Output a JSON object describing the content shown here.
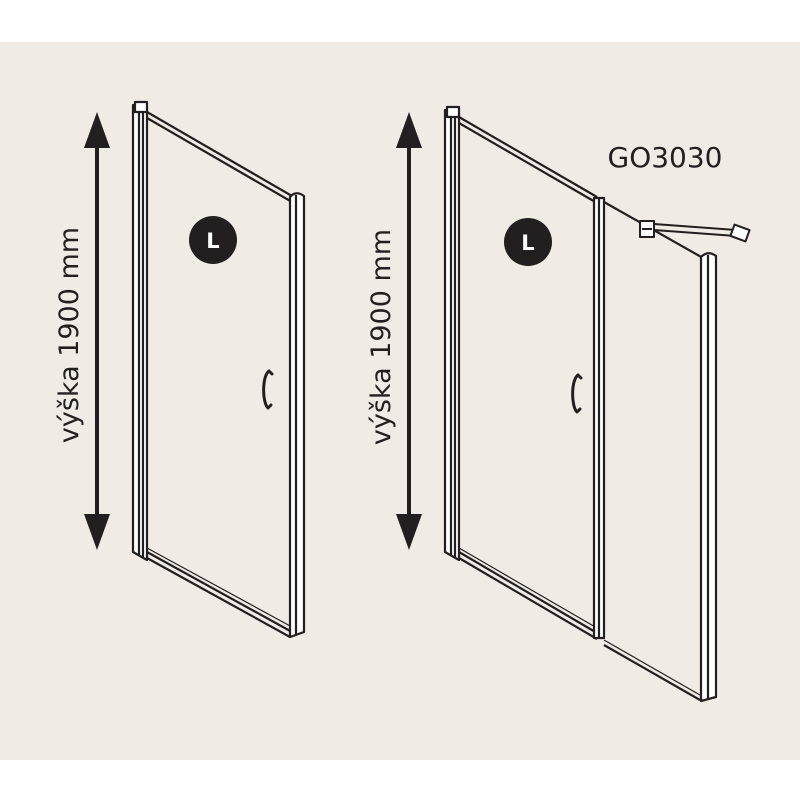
{
  "background_color": "#f1ebe5",
  "line_color": "#231f20",
  "model_code": "GO3030",
  "doors": [
    {
      "id": "single-door",
      "height_label": "výška 1900 mm",
      "badge": "L"
    },
    {
      "id": "door-with-fixed-panel",
      "height_label": "výška 1900 mm",
      "badge": "L"
    }
  ]
}
